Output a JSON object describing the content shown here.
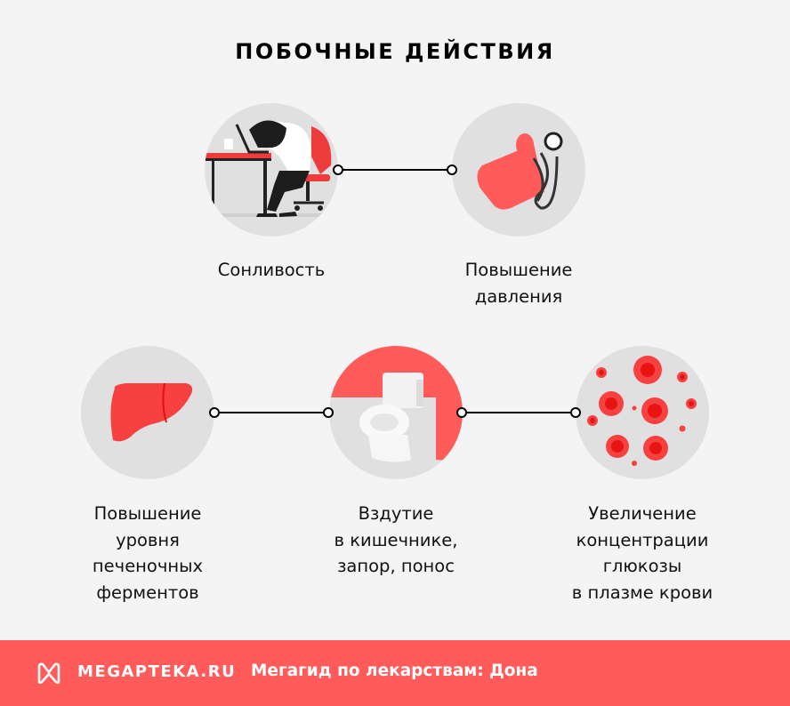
{
  "title": "ПОБОЧНЫЕ ДЕЙСТВИЯ",
  "colors": {
    "background": "#f4f4f4",
    "circle": "#e0e0e0",
    "accent": "#ff5b5b",
    "accent_dark": "#ee1c1c",
    "line": "#000000"
  },
  "items": [
    {
      "id": "drowsiness",
      "icon": "sleepy-worker-icon",
      "lines": [
        "Сонливость"
      ]
    },
    {
      "id": "pressure",
      "icon": "blood-pressure-monitor-icon",
      "lines": [
        "Повышение",
        "давления"
      ]
    },
    {
      "id": "liver",
      "icon": "liver-icon",
      "lines": [
        "Повышение",
        "уровня",
        "печеночных",
        "ферментов"
      ]
    },
    {
      "id": "bowel",
      "icon": "toilet-icon",
      "lines": [
        "Вздутие",
        "в кишечнике,",
        "запор, понос"
      ]
    },
    {
      "id": "glucose",
      "icon": "blood-cells-icon",
      "lines": [
        "Увеличение",
        "концентрации",
        "глюкозы",
        "в плазме крови"
      ]
    }
  ],
  "footer": {
    "logo_icon": "megapteka-logo-icon",
    "brand": "MEGAPTEKA.RU",
    "tagline": "Мегагид по лекарствам: Дона"
  }
}
